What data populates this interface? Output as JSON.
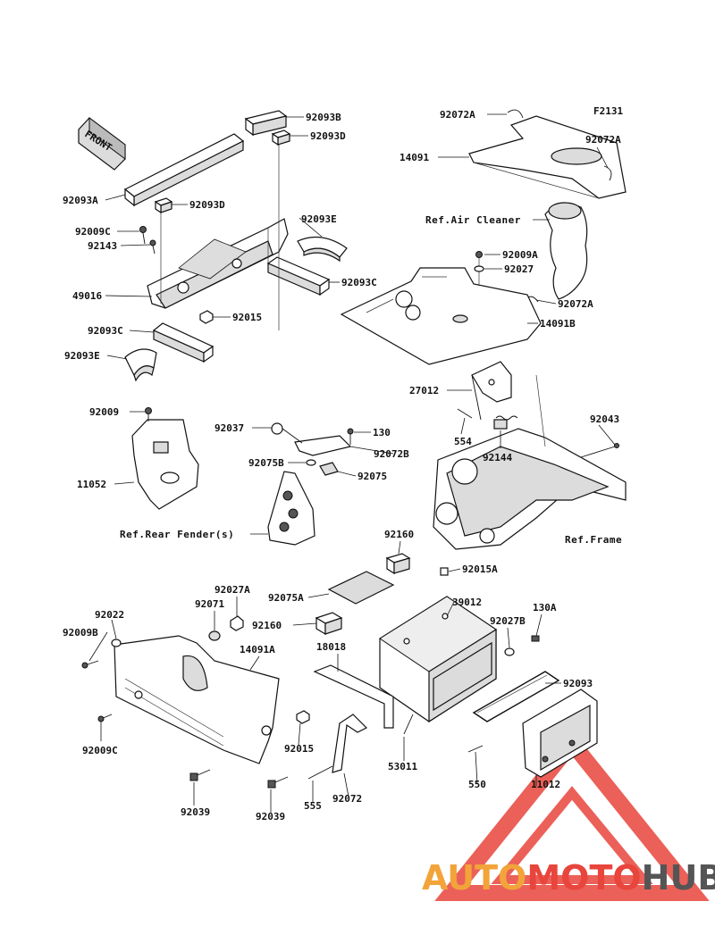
{
  "diagram": {
    "figure_code": "F2131",
    "front_arrow": "FRONT",
    "refs": {
      "air_cleaner": "Ref.Air Cleaner",
      "rear_fenders": "Ref.Rear Fender(s)",
      "frame": "Ref.Frame"
    },
    "labels": [
      {
        "id": "92093B",
        "text": "92093B"
      },
      {
        "id": "92093D_top",
        "text": "92093D"
      },
      {
        "id": "92093A",
        "text": "92093A"
      },
      {
        "id": "92093D",
        "text": "92093D"
      },
      {
        "id": "92009C_top",
        "text": "92009C"
      },
      {
        "id": "92143",
        "text": "92143"
      },
      {
        "id": "92093E_top",
        "text": "92093E"
      },
      {
        "id": "49016",
        "text": "49016"
      },
      {
        "id": "92093C_right",
        "text": "92093C"
      },
      {
        "id": "92015_top",
        "text": "92015"
      },
      {
        "id": "92093C_left",
        "text": "92093C"
      },
      {
        "id": "92093E",
        "text": "92093E"
      },
      {
        "id": "92072A_top",
        "text": "92072A"
      },
      {
        "id": "92072A_right",
        "text": "92072A"
      },
      {
        "id": "14091",
        "text": "14091"
      },
      {
        "id": "92009A",
        "text": "92009A"
      },
      {
        "id": "92027",
        "text": "92027"
      },
      {
        "id": "92072A_mid",
        "text": "92072A"
      },
      {
        "id": "14091B",
        "text": "14091B"
      },
      {
        "id": "27012",
        "text": "27012"
      },
      {
        "id": "92043",
        "text": "92043"
      },
      {
        "id": "554",
        "text": "554"
      },
      {
        "id": "92144",
        "text": "92144"
      },
      {
        "id": "92009",
        "text": "92009"
      },
      {
        "id": "11052",
        "text": "11052"
      },
      {
        "id": "92037",
        "text": "92037"
      },
      {
        "id": "130",
        "text": "130"
      },
      {
        "id": "92072B",
        "text": "92072B"
      },
      {
        "id": "92075B",
        "text": "92075B"
      },
      {
        "id": "92075",
        "text": "92075"
      },
      {
        "id": "92160_top",
        "text": "92160"
      },
      {
        "id": "92015A",
        "text": "92015A"
      },
      {
        "id": "92027A",
        "text": "92027A"
      },
      {
        "id": "92071",
        "text": "92071"
      },
      {
        "id": "92075A",
        "text": "92075A"
      },
      {
        "id": "39012",
        "text": "39012"
      },
      {
        "id": "130A",
        "text": "130A"
      },
      {
        "id": "92022",
        "text": "92022"
      },
      {
        "id": "92160",
        "text": "92160"
      },
      {
        "id": "92027B",
        "text": "92027B"
      },
      {
        "id": "92009B",
        "text": "92009B"
      },
      {
        "id": "14091A",
        "text": "14091A"
      },
      {
        "id": "18018",
        "text": "18018"
      },
      {
        "id": "92093",
        "text": "92093"
      },
      {
        "id": "92009C",
        "text": "92009C"
      },
      {
        "id": "92015",
        "text": "92015"
      },
      {
        "id": "53011",
        "text": "53011"
      },
      {
        "id": "550",
        "text": "550"
      },
      {
        "id": "11012",
        "text": "11012"
      },
      {
        "id": "92039_left",
        "text": "92039"
      },
      {
        "id": "92039_right",
        "text": "92039"
      },
      {
        "id": "555",
        "text": "555"
      },
      {
        "id": "92072",
        "text": "92072"
      }
    ]
  },
  "watermark": {
    "part1": "AUTO",
    "part2": "MOTO",
    "part3": "HUB",
    "colors": {
      "auto": "#f2a43a",
      "moto": "#e8453c",
      "hub": "#555555",
      "triangle": "#e8453c"
    }
  }
}
